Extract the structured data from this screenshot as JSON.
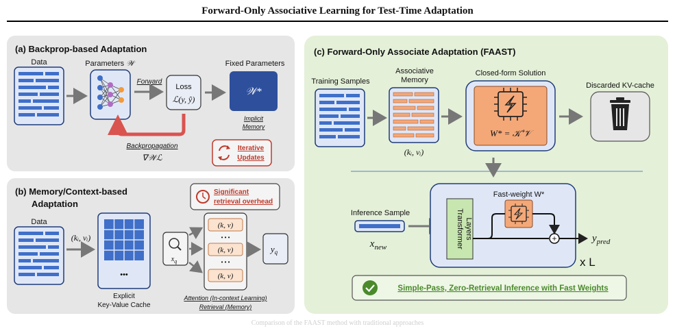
{
  "title": "Forward-Only Associative Learning for Test-Time Adaptation",
  "caption": "Comparison of the FAAST method with traditional approaches",
  "colors": {
    "blue": "#3f6fc8",
    "orange": "#f4a878",
    "green_panel": "#e4f0d8",
    "gray_panel": "#e6e6e6",
    "red": "#c0392b",
    "navy": "#2e4f9c"
  },
  "panel_a": {
    "title": "(a) Backprop-based Adaptation",
    "data_label": "Data",
    "params_label": "Parameters",
    "params_symbol": "𝒲",
    "forward": "Forward",
    "loss_label": "Loss",
    "loss_formula": "ℒ(y, ŷ)",
    "fixed_label": "Fixed Parameters",
    "w_star": "𝒲*",
    "implicit1": "Implicit",
    "implicit2": "Memory",
    "backprop": "Backpropagation",
    "grad": "∇𝒲ℒ",
    "iter1": "Iterative",
    "iter2": "Updates"
  },
  "panel_b": {
    "title1": "(b) Memory/Context-based",
    "title2": "Adaptation",
    "data_label": "Data",
    "kv_in": "(kᵢ, vᵢ)",
    "dots": "•••",
    "explicit1": "Explicit",
    "explicit2": "Key-Value Cache",
    "query": "x",
    "query_sub": "q",
    "kv_items": [
      "(k, v)",
      "(k, v)",
      "(k, v)"
    ],
    "vdots": "• • •",
    "out": "y",
    "out_sub": "q",
    "att1": "Attention (In-context Learning)",
    "att2": "Retrieval (Memory)",
    "overhead1": "Significant",
    "overhead2": "retrieval overhead"
  },
  "panel_c": {
    "title": "(c) Forward-Only Associate Adaptation (FAAST)",
    "train_label": "Training Samples",
    "assoc1": "Associative",
    "assoc2": "Memory",
    "kv": "(kᵢ, vᵢ)",
    "closed_label": "Closed-form Solution",
    "formula": "W* = 𝒦⁺𝒱",
    "discard_label": "Discarded KV-cache",
    "inference_label": "Inference Sample",
    "x_new": "x",
    "x_new_sub": "new",
    "transformer1": "Transformer",
    "transformer2": "Layers",
    "fastweight": "Fast-weight W*",
    "plus": "+",
    "y_pred": "y",
    "y_pred_sub": "pred",
    "times_l": "x L",
    "banner": "Simple-Pass, Zero-Retrieval Inference with Fast Weights"
  }
}
